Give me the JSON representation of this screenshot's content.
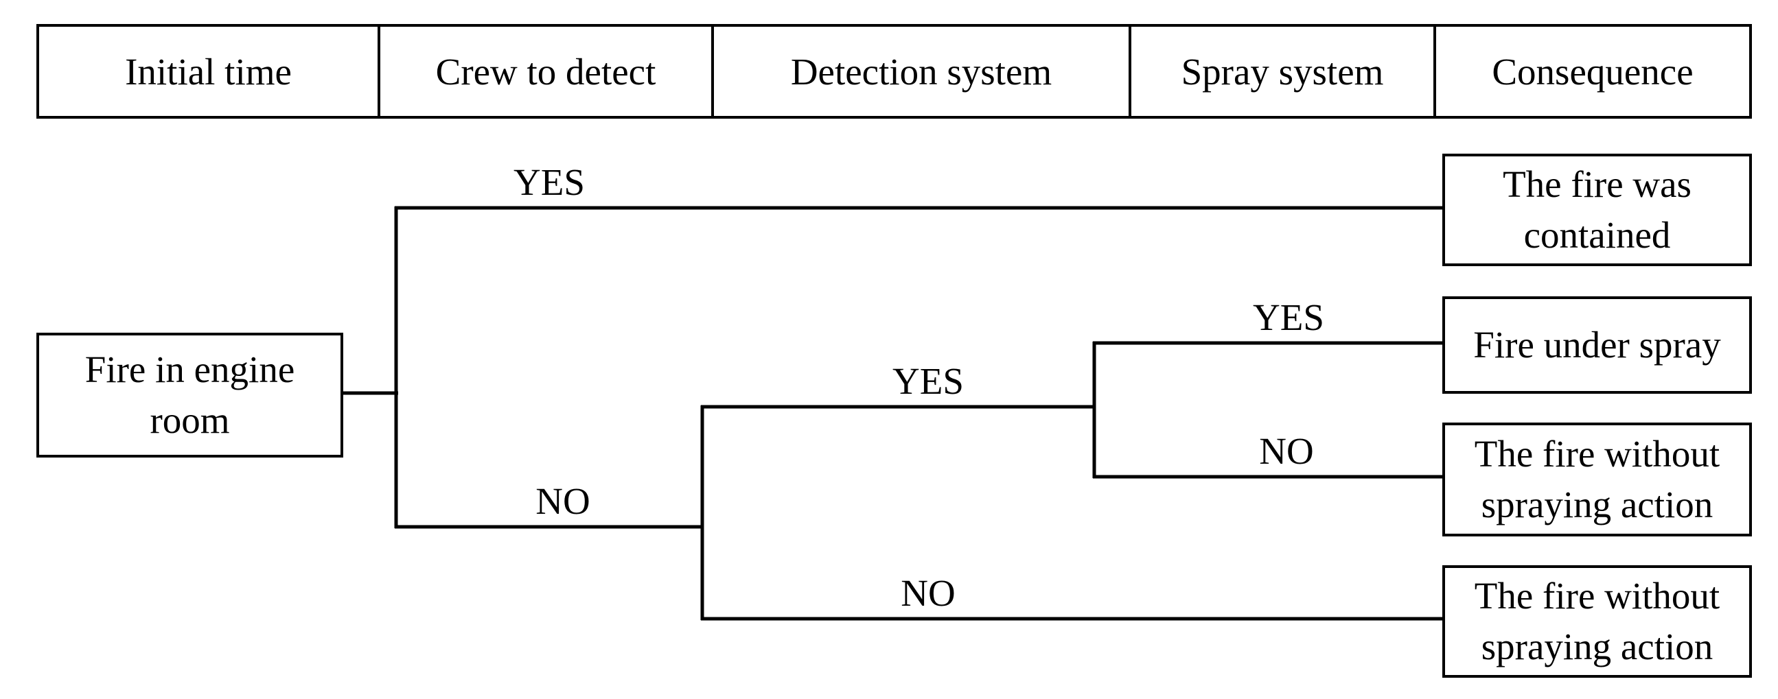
{
  "diagram": {
    "type": "event-tree",
    "columns": [
      {
        "label": "Initial time"
      },
      {
        "label": "Crew to detect"
      },
      {
        "label": "Detection system"
      },
      {
        "label": "Spray system"
      },
      {
        "label": "Consequence"
      }
    ],
    "root": {
      "label": "Fire in engine room"
    },
    "branches": {
      "crew_yes": "YES",
      "crew_no": "NO",
      "detection_yes": "YES",
      "detection_no": "NO",
      "spray_yes": "YES",
      "spray_no": "NO"
    },
    "consequences": [
      {
        "label": "The fire was contained"
      },
      {
        "label": "Fire under spray"
      },
      {
        "label": "The fire without spraying action"
      },
      {
        "label": "The fire without spraying action"
      }
    ],
    "colors": {
      "line": "#000000",
      "text": "#000000",
      "background": "#ffffff"
    }
  }
}
